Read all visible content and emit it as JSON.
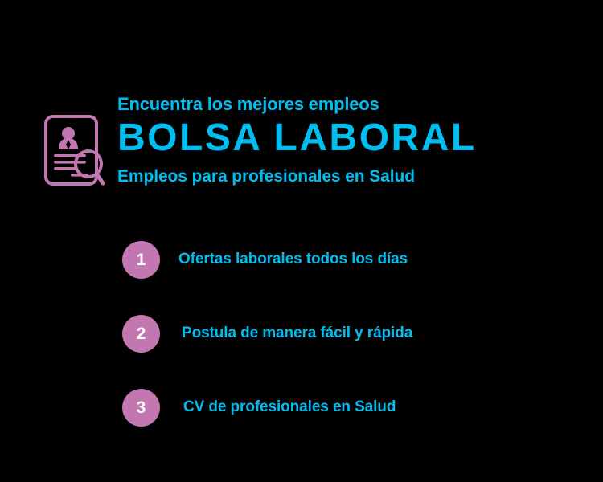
{
  "theme": {
    "background": "#000000",
    "accent_cyan": "#00bff0",
    "accent_pink": "#c277b0",
    "badge_text": "#ffffff"
  },
  "header": {
    "icon_name": "resume-search-icon",
    "eyebrow": "Encuentra los mejores empleos",
    "title": "BOLSA LABORAL",
    "subtitle": "Empleos para profesionales en Salud"
  },
  "features": [
    {
      "number": "1",
      "label": "Ofertas laborales todos los días"
    },
    {
      "number": "2",
      "label": "Postula de manera fácil y rápida"
    },
    {
      "number": "3",
      "label": "CV de profesionales en Salud"
    }
  ]
}
